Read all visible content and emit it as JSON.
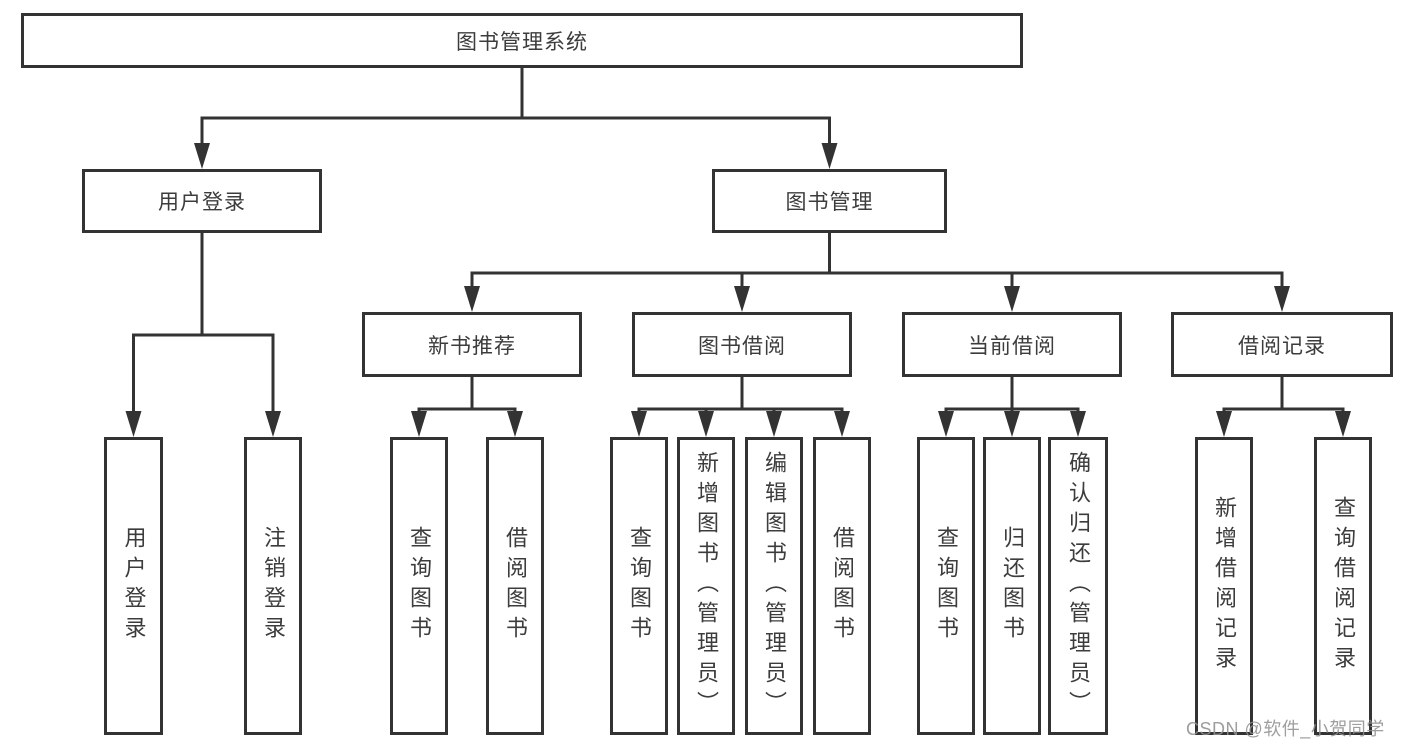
{
  "diagram": {
    "title": "图书管理系统",
    "colors": {
      "line": "#333333",
      "box_border": "#333333",
      "text": "#3c3c3c",
      "background": "#ffffff",
      "watermark": "#919191"
    },
    "nodes": {
      "root": "图书管理系统",
      "user_login": "用户登录",
      "book_management": "图书管理",
      "login": "用户登录",
      "logout": "注销登录",
      "new_book_recommendation": "新书推荐",
      "book_borrowing": "图书借阅",
      "current_borrowing": "当前借阅",
      "borrowing_records": "借阅记录",
      "nbr_query_books": "查询图书",
      "nbr_borrow_books": "借阅图书",
      "bb_query_books": "查询图书",
      "bb_add_books_admin": "新增图书（管理员）",
      "bb_edit_books_admin": "编辑图书（管理员）",
      "bb_borrow_books": "借阅图书",
      "cb_query_books": "查询图书",
      "cb_return_books": "归还图书",
      "cb_confirm_return_admin": "确认归还（管理员）",
      "br_add_record": "新增借阅记录",
      "br_query_record": "查询借阅记录"
    },
    "watermark": "CSDN @软件_小贺同学"
  }
}
